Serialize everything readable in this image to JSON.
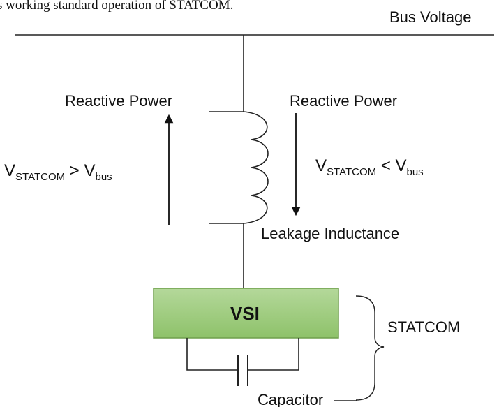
{
  "caption_fragment": "s working standard operation of STATCOM.",
  "labels": {
    "bus_voltage": "Bus Voltage",
    "reactive_power_left": "Reactive Power",
    "reactive_power_right": "Reactive Power",
    "condition_left": {
      "v": "V",
      "sub1": "STATCOM",
      "op": " > ",
      "v2": "V",
      "sub2": "bus"
    },
    "condition_right": {
      "v": "V",
      "sub1": "STATCOM",
      "op": " < ",
      "v2": "V",
      "sub2": "bus"
    },
    "leakage_inductance": "Leakage Inductance",
    "vsi": "VSI",
    "statcom": "STATCOM",
    "capacitor": "Capacitor"
  },
  "colors": {
    "vsi_fill_top": "#b4d89a",
    "vsi_fill_bottom": "#8ec26a",
    "vsi_border": "#6f9f4c"
  }
}
